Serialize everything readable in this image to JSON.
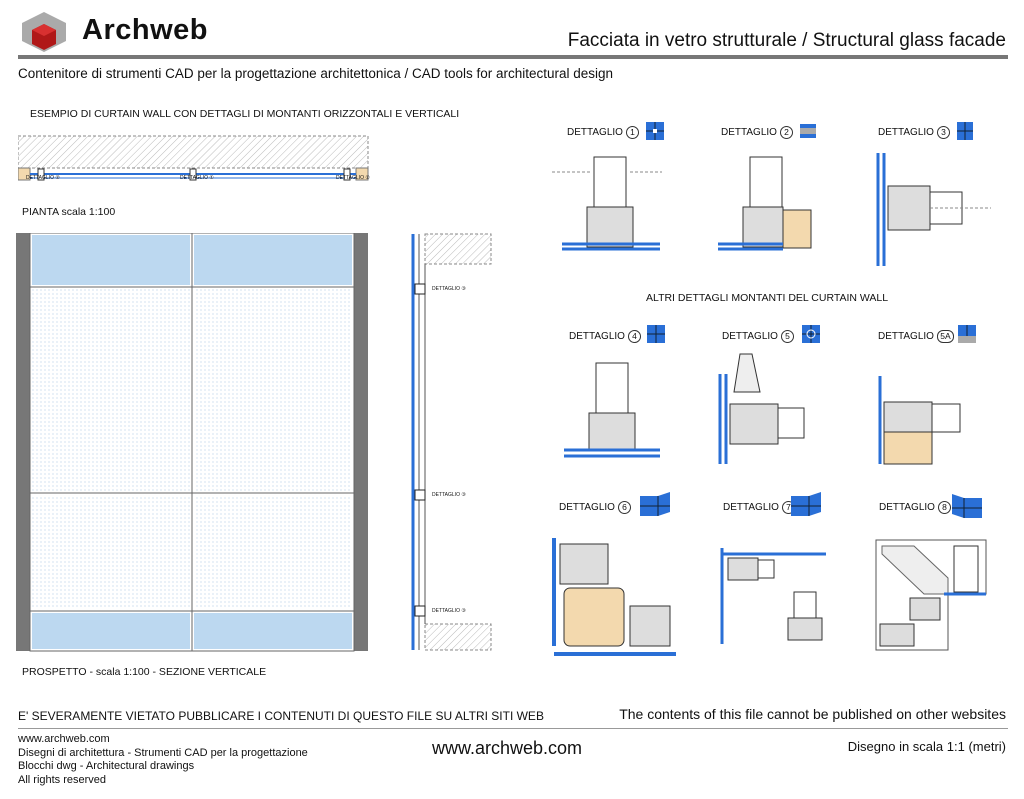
{
  "header": {
    "brand": "Archweb",
    "title": "Facciata in vetro strutturale  /  Structural glass facade",
    "subtitle": "Contenitore di strumenti CAD per la progettazione architettonica  /  CAD tools for architectural design"
  },
  "left": {
    "example_title": "ESEMPIO DI CURTAIN WALL CON DETTAGLI DI MONTANTI ORIZZONTALI E VERTICALI",
    "plan_label": "PIANTA scala 1:100",
    "elevation_label": "PROSPETTO - scala 1:100 - SEZIONE VERTICALE",
    "plan_tags": [
      "DETTAGLIO ②",
      "DETTAGLIO ①",
      "DETTAGLIO ②"
    ],
    "section_tags": [
      "DETTAGLIO ③",
      "DETTAGLIO ③",
      "DETTAGLIO ③"
    ]
  },
  "details": {
    "more_title": "ALTRI DETTAGLI MONTANTI DEL CURTAIN WALL",
    "word": "DETTAGLIO",
    "items": [
      {
        "num": "1"
      },
      {
        "num": "2"
      },
      {
        "num": "3"
      },
      {
        "num": "4"
      },
      {
        "num": "5"
      },
      {
        "num": "5A"
      },
      {
        "num": "6"
      },
      {
        "num": "7"
      },
      {
        "num": "8"
      }
    ]
  },
  "footer": {
    "warning_it": "E' SEVERAMENTE VIETATO PUBBLICARE I CONTENUTI DI QUESTO FILE SU ALTRI SITI WEB",
    "warning_en": "The contents of this file cannot be published on other websites",
    "lines": [
      "www.archweb.com",
      "Disegni di architettura - Strumenti CAD  per la progettazione",
      "Blocchi dwg - Architectural drawings",
      "All rights reserved"
    ],
    "url": "www.archweb.com",
    "scale": "Disegno in scala 1:1 (metri)"
  },
  "colors": {
    "glass": "#bcd8f0",
    "blue": "#2a6fd6",
    "wood": "#f3d9ae",
    "frame": "#555555"
  }
}
